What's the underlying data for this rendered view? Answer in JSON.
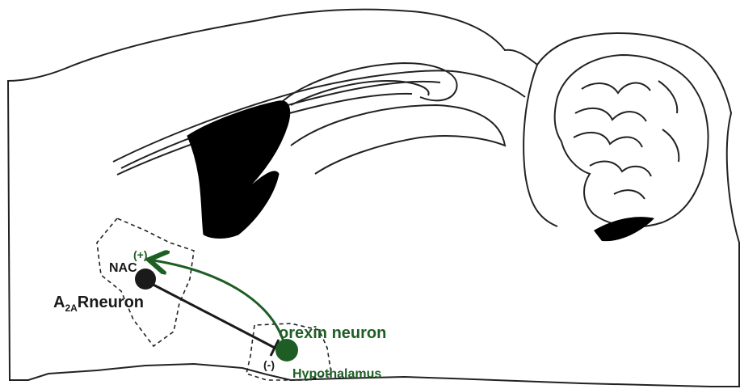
{
  "labels": {
    "nac": "NAC",
    "plus": "(+)",
    "minus": "(-)",
    "a2a_prefix": "A",
    "a2a_subscript": "2A",
    "a2a_suffix": "Rneuron",
    "orexin": "orexin neuron",
    "hypothalamus": "Hypothalamus"
  },
  "colors": {
    "green": "#1e5e25",
    "black": "#1a1a1a",
    "outline": "#222222"
  }
}
